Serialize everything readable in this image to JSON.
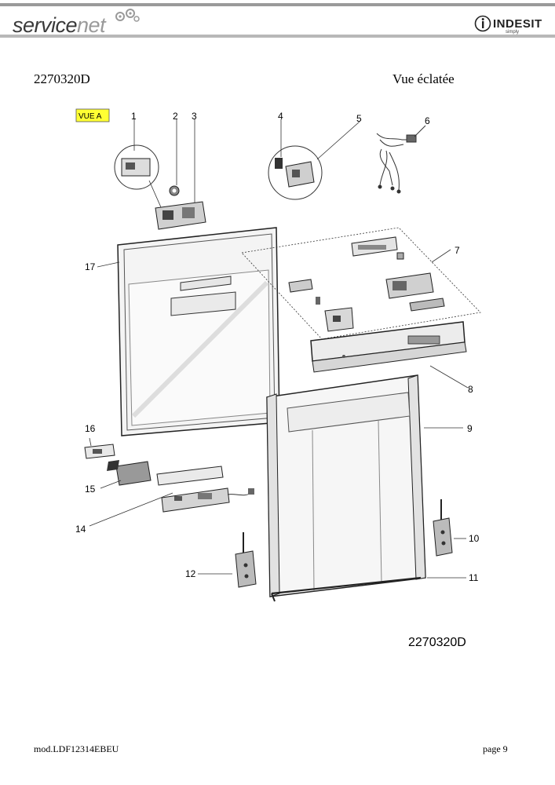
{
  "header": {
    "brand_left_service": "service",
    "brand_left_net": "net",
    "brand_right_name": "INDESIT",
    "brand_right_sub": "simply"
  },
  "document": {
    "code": "2270320D",
    "view_title": "Vue éclatée"
  },
  "diagram": {
    "view_label": "VUE A",
    "part_numbers": [
      "1",
      "2",
      "3",
      "4",
      "5",
      "6",
      "7",
      "8",
      "9",
      "10",
      "11",
      "12",
      "14",
      "15",
      "16",
      "17"
    ],
    "drawing_code": "2270320D"
  },
  "footer": {
    "model": "mod.LDF12314EBEU",
    "page": "page 9"
  },
  "colors": {
    "view_label_bg": "#ffff33",
    "header_band": "#9a9a9a"
  }
}
